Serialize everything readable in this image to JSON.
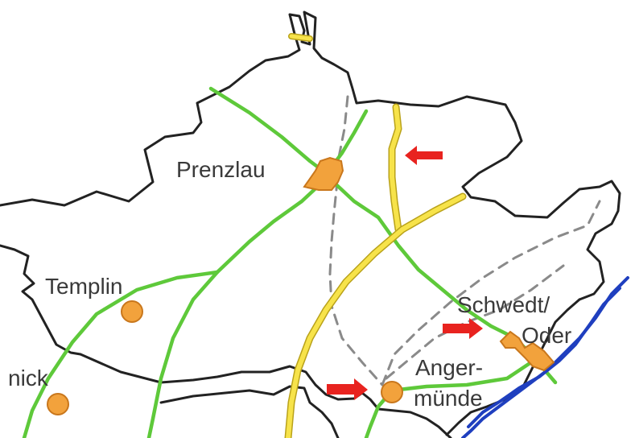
{
  "colors": {
    "border": "#222222",
    "green_road": "#5ec93a",
    "yellow_road": "#f7e34a",
    "yellow_outline": "#b9a21a",
    "rail": "#8a8a8a",
    "river": "#1f3fbf",
    "town": "#f2a23c",
    "town_outline": "#c9771c",
    "arrow": "#e8231f",
    "label": "#3a3a3a"
  },
  "places": [
    {
      "name": "Prenzlau"
    },
    {
      "name": "Templin"
    },
    {
      "name": "Schwedt/"
    },
    {
      "name": "Oder"
    },
    {
      "name": "Anger-"
    },
    {
      "name": "münde"
    },
    {
      "name": "nick"
    }
  ],
  "icons": [
    "arrow-left-icon",
    "arrow-right-icon",
    "arrow-right-icon"
  ]
}
